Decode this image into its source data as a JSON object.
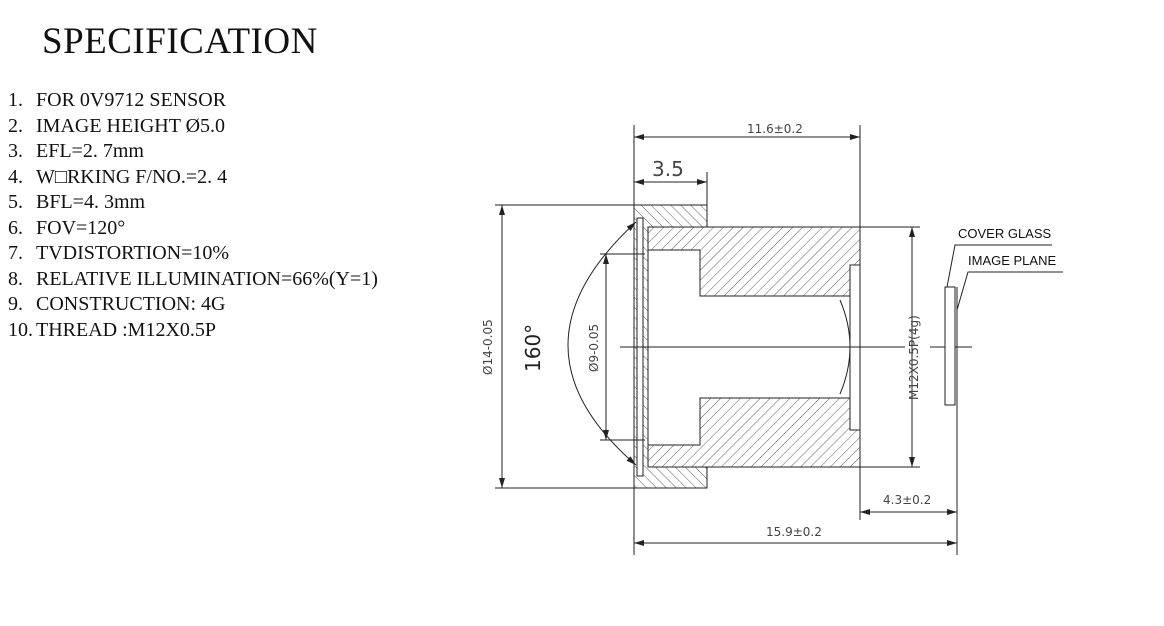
{
  "title": "SPECIFICATION",
  "specs": [
    {
      "num": "1.",
      "text": "FOR 0V9712 SENSOR"
    },
    {
      "num": "2.",
      "text": "IMAGE HEIGHT  Ø5.0"
    },
    {
      "num": "3.",
      "text": "EFL=2. 7mm"
    },
    {
      "num": "4.",
      "text": "W□RKING  F/NO.=2. 4"
    },
    {
      "num": "5.",
      "text": "BFL=4. 3mm"
    },
    {
      "num": "6.",
      "text": "FOV=120°"
    },
    {
      "num": "7.",
      "text": "TVDISTORTION=10%"
    },
    {
      "num": "8.",
      "text": "RELATIVE ILLUMINATION=66%(Y=1)"
    },
    {
      "num": "9.",
      "text": "CONSTRUCTION: 4G"
    },
    {
      "num": "10.",
      "text": "THREAD :M12X0.5P"
    }
  ],
  "drawing": {
    "dim_length_front": "11.6±0.2",
    "dim_flange": "3.5",
    "dim_outer_dia": "Ø14-0.05",
    "dim_angle": "160°",
    "dim_inner_dia": "Ø9-0.05",
    "dim_thread": "M12X0.5P(4g)",
    "dim_bfl": "4.3±0.2",
    "dim_total": "15.9±0.2",
    "label_cover_glass": "COVER GLASS",
    "label_image_plane": "IMAGE PLANE"
  }
}
